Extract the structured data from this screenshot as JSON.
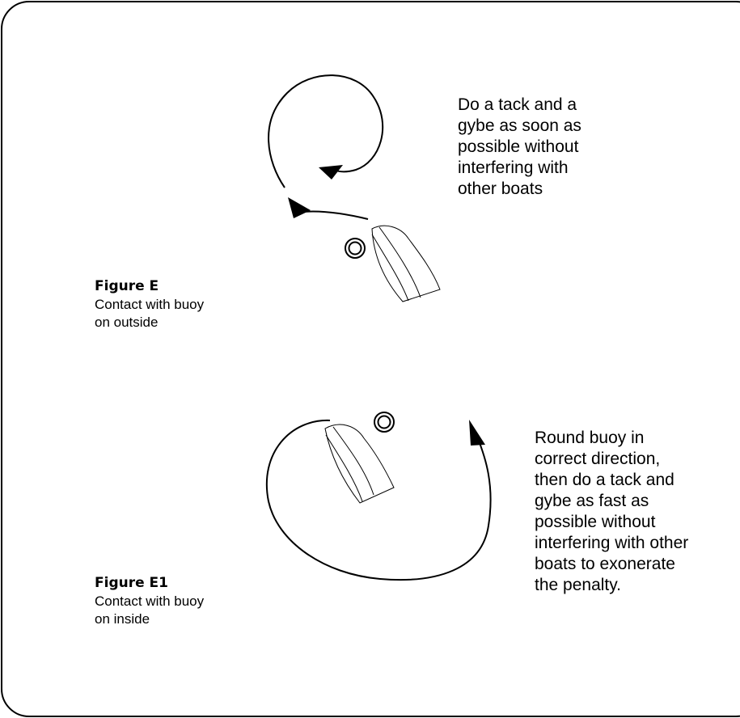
{
  "figure_e": {
    "title": "Figure E",
    "caption": "Contact with buoy\non outside",
    "instruction": "Do a tack and a\ngybe as soon as\npossible without\ninterfering with\nother boats"
  },
  "figure_e1": {
    "title": "Figure E1",
    "caption": "Contact with buoy\non inside",
    "instruction": "Round buoy in\ncorrect direction,\nthen do a tack and\ngybe as fast as\npossible without\ninterfering with other\nboats to exonerate\nthe penalty."
  },
  "icons": [
    "buoy-icon",
    "boat-icon",
    "arrowhead-icon"
  ],
  "colors": {
    "stroke": "#000000",
    "background": "#ffffff"
  }
}
